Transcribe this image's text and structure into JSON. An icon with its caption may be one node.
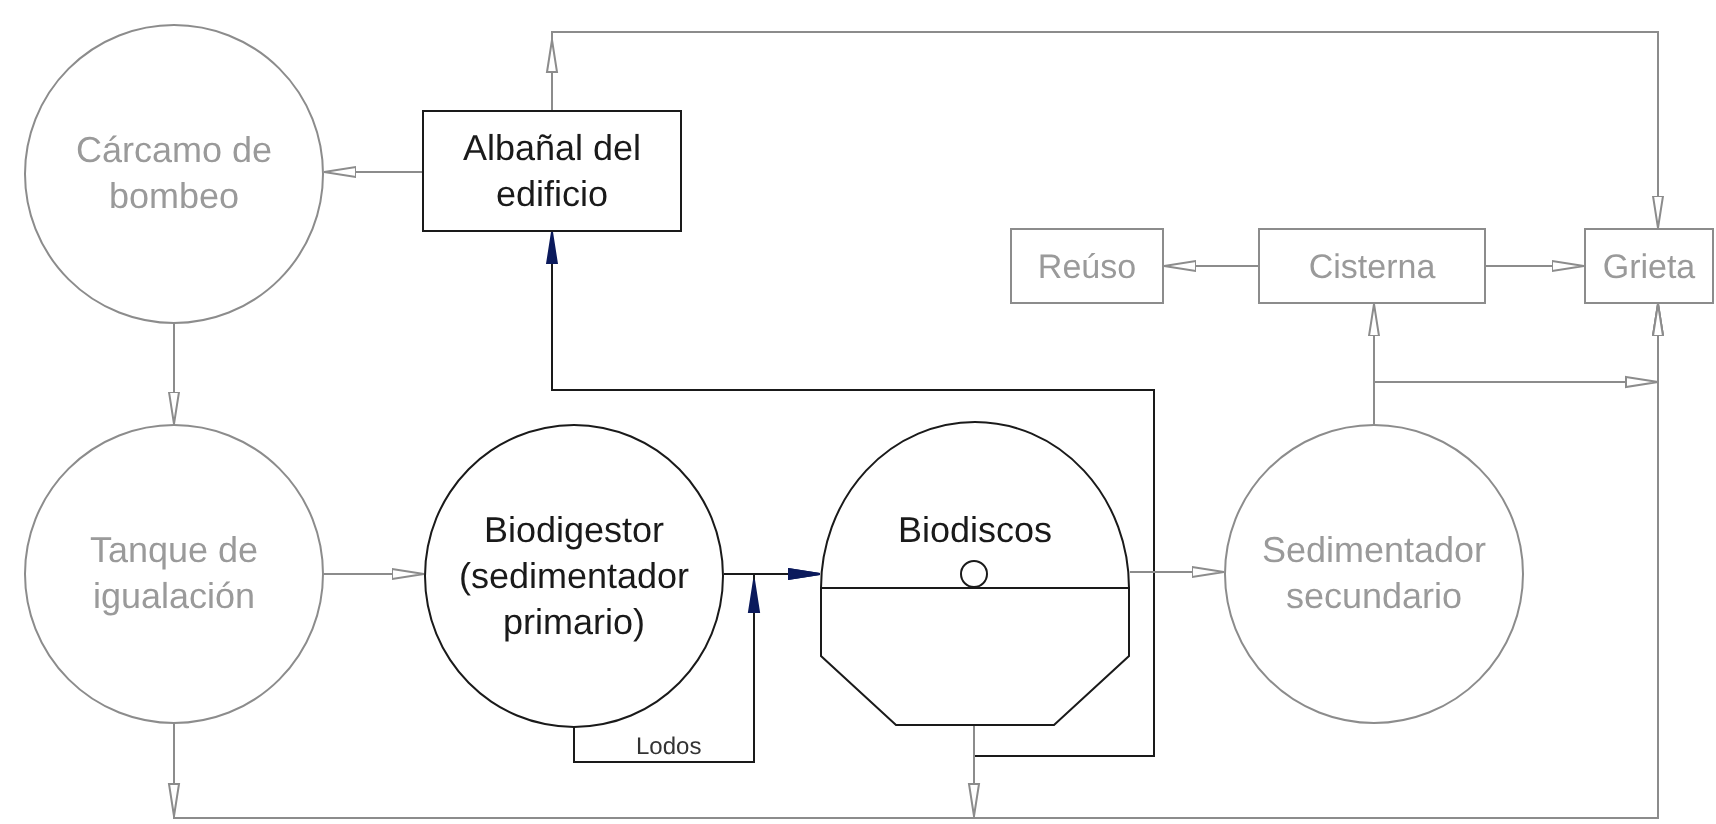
{
  "diagram": {
    "nodes": [
      {
        "text": [
          "Cárcamo de bombeo"
        ]
      },
      {
        "text": [
          "Albañal del edificio"
        ]
      },
      {
        "text": [
          "Reúso"
        ]
      },
      {
        "text": [
          "Cisterna"
        ]
      },
      {
        "text": [
          "Grieta"
        ]
      },
      {
        "text": [
          "Tanque de igualación"
        ]
      },
      {
        "text": [
          "Biodigestor (sedimentador primario)"
        ]
      },
      {
        "text": [
          "Biodiscos"
        ]
      },
      {
        "text": [
          "Sedimentador secundario"
        ]
      }
    ],
    "edges": [
      {
        "from": 1,
        "to": 0,
        "arrow": "to"
      },
      {
        "from": 0,
        "to": 5,
        "arrow": "to"
      },
      {
        "from": 5,
        "to": 6,
        "arrow": "to"
      },
      {
        "from": 6,
        "to": 7,
        "arrow": "to",
        "color": "#1a1a1a"
      },
      {
        "from": 6,
        "to": 7,
        "label": "Lodos",
        "arrow": "to",
        "color": "#1a1a1a"
      },
      {
        "from": 7,
        "to": 1,
        "arrow": "to",
        "color": "#1a1a1a"
      },
      {
        "from": 7,
        "to": 8,
        "arrow": "to"
      },
      {
        "from": 1,
        "to": 4,
        "arrow": "to"
      },
      {
        "from": 5,
        "to": 4,
        "arrow": "to"
      },
      {
        "from": 7,
        "to": 4,
        "arrow": "to"
      },
      {
        "from": 8,
        "to": 3,
        "arrow": "to"
      },
      {
        "from": 8,
        "to": 4,
        "arrow": "to"
      },
      {
        "from": 3,
        "to": 2,
        "arrow": "to"
      },
      {
        "from": 3,
        "to": 4,
        "arrow": "to"
      }
    ]
  }
}
